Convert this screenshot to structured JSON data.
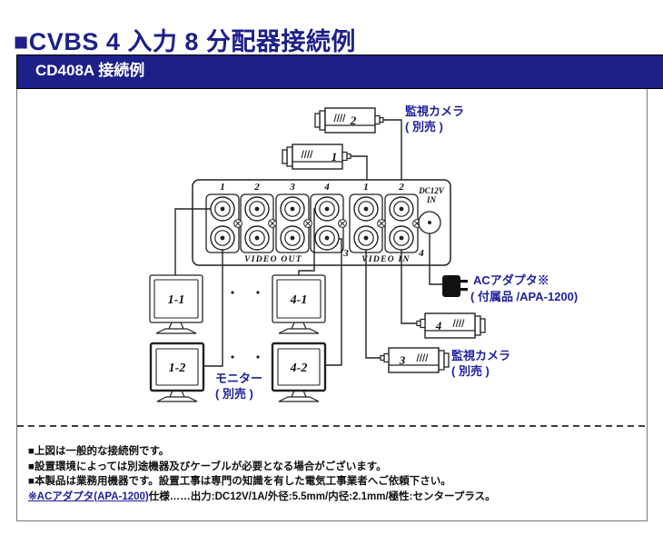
{
  "title": "■CVBS 4 入力 8 分配器接続例",
  "header": {
    "title": "CD408A 接続例"
  },
  "panel": {
    "out_numbers": [
      "1",
      "2",
      "3",
      "4"
    ],
    "in_numbers": [
      "1",
      "2"
    ],
    "in_number_3": "3",
    "in_number_4": "4",
    "video_out_label": "VIDEO OUT",
    "video_in_label": "VIDEO IN",
    "dc_label_1": "DC12V",
    "dc_label_2": "IN"
  },
  "cameras": {
    "cam_1": "1",
    "cam_2": "2",
    "cam_3": "3",
    "cam_4": "4",
    "label_1": "監視カメラ",
    "label_2": "( 別売 )"
  },
  "monitors": {
    "m_1_1": "1-1",
    "m_4_1": "4-1",
    "m_1_2": "1-2",
    "m_4_2": "4-2",
    "label_1": "モニター",
    "label_2": "( 別売 )"
  },
  "adapter": {
    "label_1": "ACアダプタ※",
    "label_2": "( 付属品 /APA-1200)"
  },
  "notes": {
    "line_1": "■上図は一般的な接続例です。",
    "line_2": "■設置環境によっては別途機器及びケーブルが必要となる場合がございます。",
    "line_3": "■本製品は業務用機器です。設置工事は専門の知識を有した電気工事業者へご依頼下さい。",
    "line_4_link": "※ACアダプタ(APA-1200)",
    "line_4_rest": "仕様……出力:DC12V/1A/外径:5.5mm/内径:2.1mm/極性:センタープラス。"
  },
  "colors": {
    "navy": "#1d2088",
    "label_blue": "#1e1f9e",
    "line": "#222222"
  }
}
